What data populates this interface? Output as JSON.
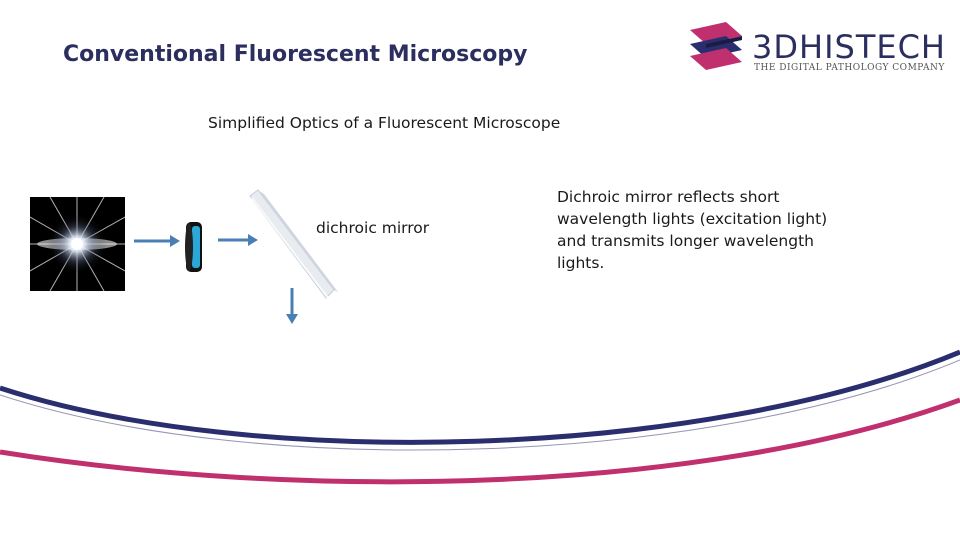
{
  "slide": {
    "title": "Conventional Fluorescent Microscopy",
    "subtitle": "Simplified Optics of a Fluorescent Microscope",
    "mirror_label": "dichroic mirror",
    "description": "Dichroic mirror reflects short wavelength lights (excitation light) and transmits longer wavelength lights."
  },
  "logo": {
    "name": "3DHISTECH",
    "tagline": "THE DIGITAL PATHOLOGY COMPANY"
  },
  "colors": {
    "title": "#2b2e5e",
    "arrow": "#4a7fb5",
    "swoosh_navy": "#2b2e6e",
    "swoosh_magenta": "#c0306e",
    "filter_blue": "#2aa8d8"
  },
  "icons": [
    "light-source-icon",
    "filter-icon",
    "dichroic-mirror-icon",
    "arrow-right-icon",
    "arrow-down-icon",
    "logo-icon"
  ]
}
